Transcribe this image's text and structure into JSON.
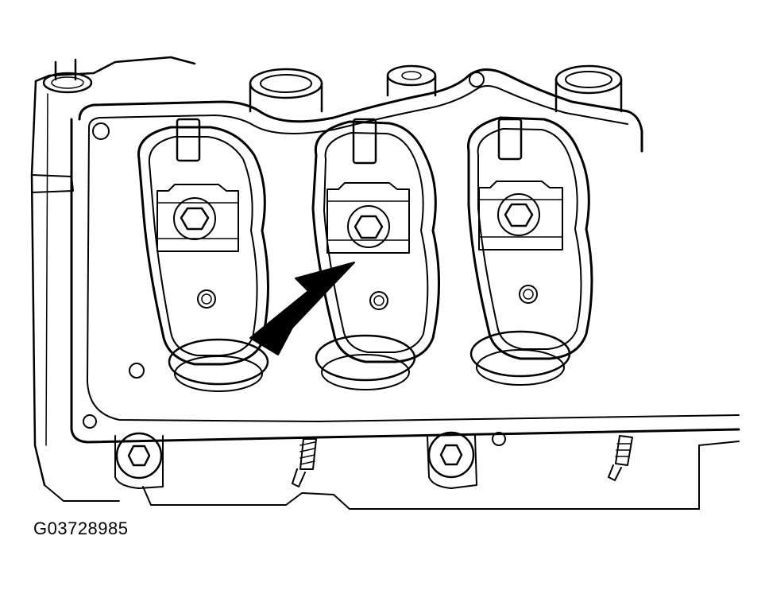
{
  "figure": {
    "id_label": "G03728985"
  },
  "rocker_assemblies": [
    {
      "name": "rocker-arm-left"
    },
    {
      "name": "rocker-arm-center"
    },
    {
      "name": "rocker-arm-right"
    }
  ],
  "callout": {
    "icon": "arrow-icon",
    "target": "rocker-arm-center-bolt"
  },
  "colors": {
    "line": "#000000",
    "background": "#ffffff"
  }
}
